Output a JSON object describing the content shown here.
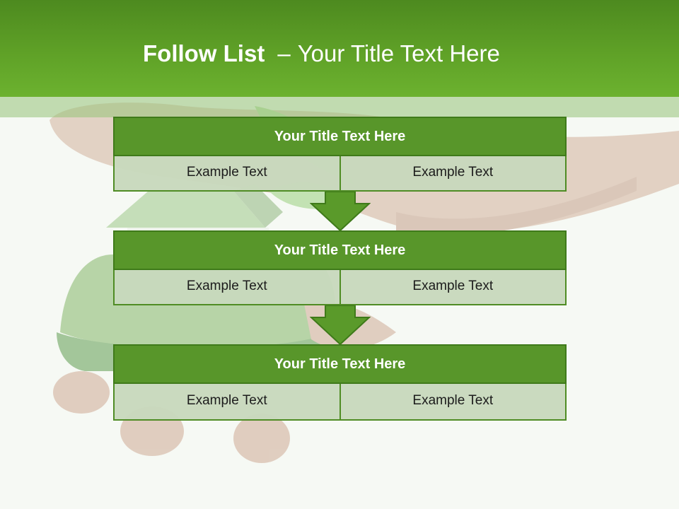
{
  "slide": {
    "title_bold": "Follow List",
    "title_sep": "–",
    "title_rest": "Your Title Text Here"
  },
  "blocks": [
    {
      "title": "Your Title Text Here",
      "cells": [
        "Example Text",
        "Example Text"
      ]
    },
    {
      "title": "Your Title Text Here",
      "cells": [
        "Example Text",
        "Example Text"
      ]
    },
    {
      "title": "Your Title Text Here",
      "cells": [
        "Example Text",
        "Example Text"
      ]
    }
  ],
  "colors": {
    "header_green": "#5fa127",
    "block_title_green": "#58962a",
    "cell_fill": "#c8d8bc",
    "arrow_green": "#5a9a2a"
  }
}
